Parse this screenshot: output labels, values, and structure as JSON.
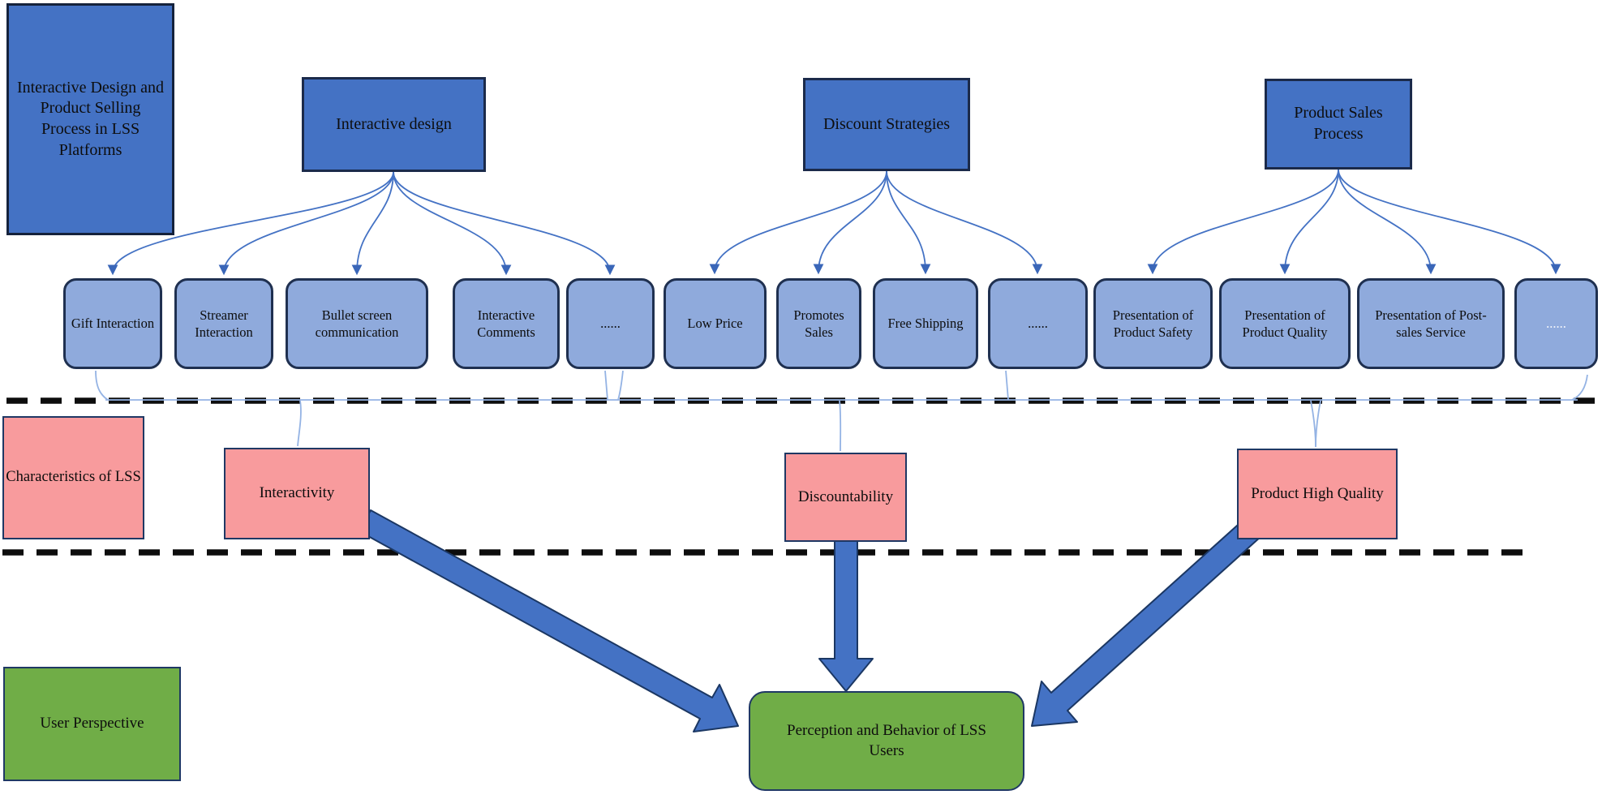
{
  "title_box": {
    "label": "Interactive Design and Product Selling Process in LSS Platforms"
  },
  "parents": [
    {
      "label": "Interactive design"
    },
    {
      "label": "Discount Strategies"
    },
    {
      "label": "Product Sales Process"
    }
  ],
  "children": [
    {
      "label": "Gift Interaction"
    },
    {
      "label": "Streamer Interaction"
    },
    {
      "label": "Bullet screen communication"
    },
    {
      "label": "Interactive Comments"
    },
    {
      "label": "......"
    },
    {
      "label": "Low Price"
    },
    {
      "label": "Promotes Sales"
    },
    {
      "label": "Free Shipping"
    },
    {
      "label": "......"
    },
    {
      "label": "Presentation of Product Safety"
    },
    {
      "label": "Presentation of Product Quality"
    },
    {
      "label": "Presentation of Post-sales Service"
    },
    {
      "label": "......"
    }
  ],
  "row_labels": {
    "characteristics": "Characteristics of LSS",
    "user_perspective": "User Perspective"
  },
  "characteristics": [
    {
      "label": "Interactivity"
    },
    {
      "label": "Discountability"
    },
    {
      "label": "Product High Quality"
    }
  ],
  "outcome": {
    "label": "Perception and Behavior of LSS Users"
  },
  "colors": {
    "parent_fill": "#4472C4",
    "child_fill": "#8FAADC",
    "pink_fill": "#F89B9D",
    "green_fill": "#70AD47",
    "arrow_blue": "#4472C4",
    "connector_light_blue": "#94B3E4",
    "border_navy": "#1F3864",
    "dash_black": "#0D0D0D"
  }
}
